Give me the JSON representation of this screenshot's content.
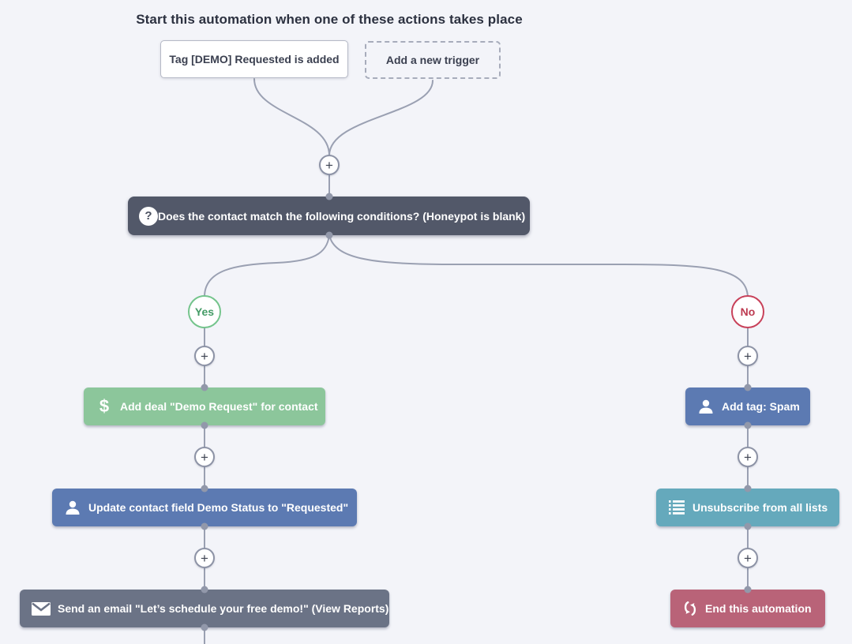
{
  "page": {
    "title": "Start this automation when one of these actions takes place"
  },
  "triggers": [
    {
      "label": "Tag [DEMO] Requested is added"
    },
    {
      "label": "Add a new trigger"
    }
  ],
  "condition": {
    "label": "Does the contact match the following conditions? (Honeypot is blank)",
    "bg_color": "#525869"
  },
  "branches": {
    "yes": {
      "label": "Yes",
      "border_color": "#74c48c",
      "text_color": "#449b66"
    },
    "no": {
      "label": "No",
      "border_color": "#c8415a",
      "text_color": "#bd3b51"
    }
  },
  "yes_path": [
    {
      "label": "Add deal \"Demo Request\" for contact",
      "icon": "deal-dollar-icon",
      "color": "#8cc69b"
    },
    {
      "label": "Update contact field Demo Status to \"Requested\"",
      "icon": "contact-icon",
      "color": "#5c7ab2"
    },
    {
      "label": "Send an email \"Let’s schedule your free demo!\" (View Reports)",
      "icon": "email-icon",
      "color": "#6b7386"
    }
  ],
  "no_path": [
    {
      "label": "Add tag: Spam",
      "icon": "contact-icon",
      "color": "#5c7ab2"
    },
    {
      "label": "Unsubscribe from all lists",
      "icon": "list-icon",
      "color": "#65a9bc"
    },
    {
      "label": "End this automation",
      "icon": "end-automation-icon",
      "color": "#b96378"
    }
  ],
  "glyphs": {
    "plus": "+",
    "question": "?",
    "dollar": "$"
  },
  "line_color": "#9aa0b2"
}
